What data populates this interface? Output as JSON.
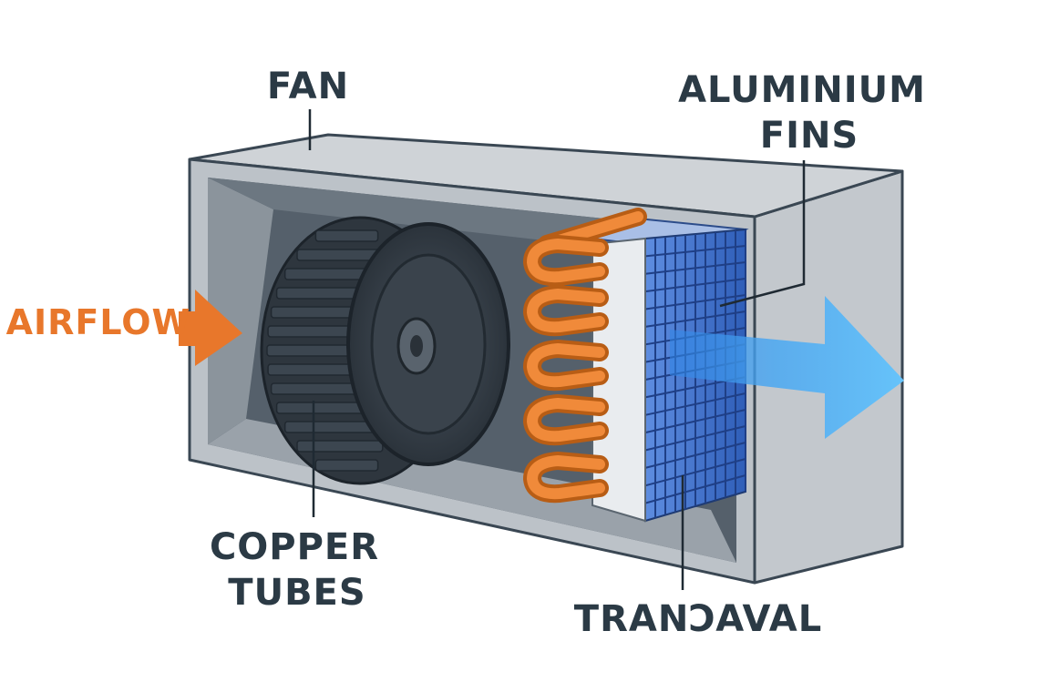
{
  "labels": {
    "fan": "FAN",
    "aluminium_line1": "ALUMINIUM",
    "aluminium_line2": "FINS",
    "airflow": "AIRFLOW",
    "copper_line1": "COPPER",
    "copper_line2": "TUBES",
    "bottom_right": "TRANϽAVAL"
  },
  "colors": {
    "airflow_in": "#e8772b",
    "airflow_out": "#5ab8f5",
    "copper": "#e07a2c",
    "fins": "#3f6fc8",
    "housing": "#c5cacf",
    "label_text": "#2b3a45"
  },
  "icons": {
    "inlet_arrow": "arrow-right-icon",
    "outlet_arrow": "arrow-right-icon"
  }
}
